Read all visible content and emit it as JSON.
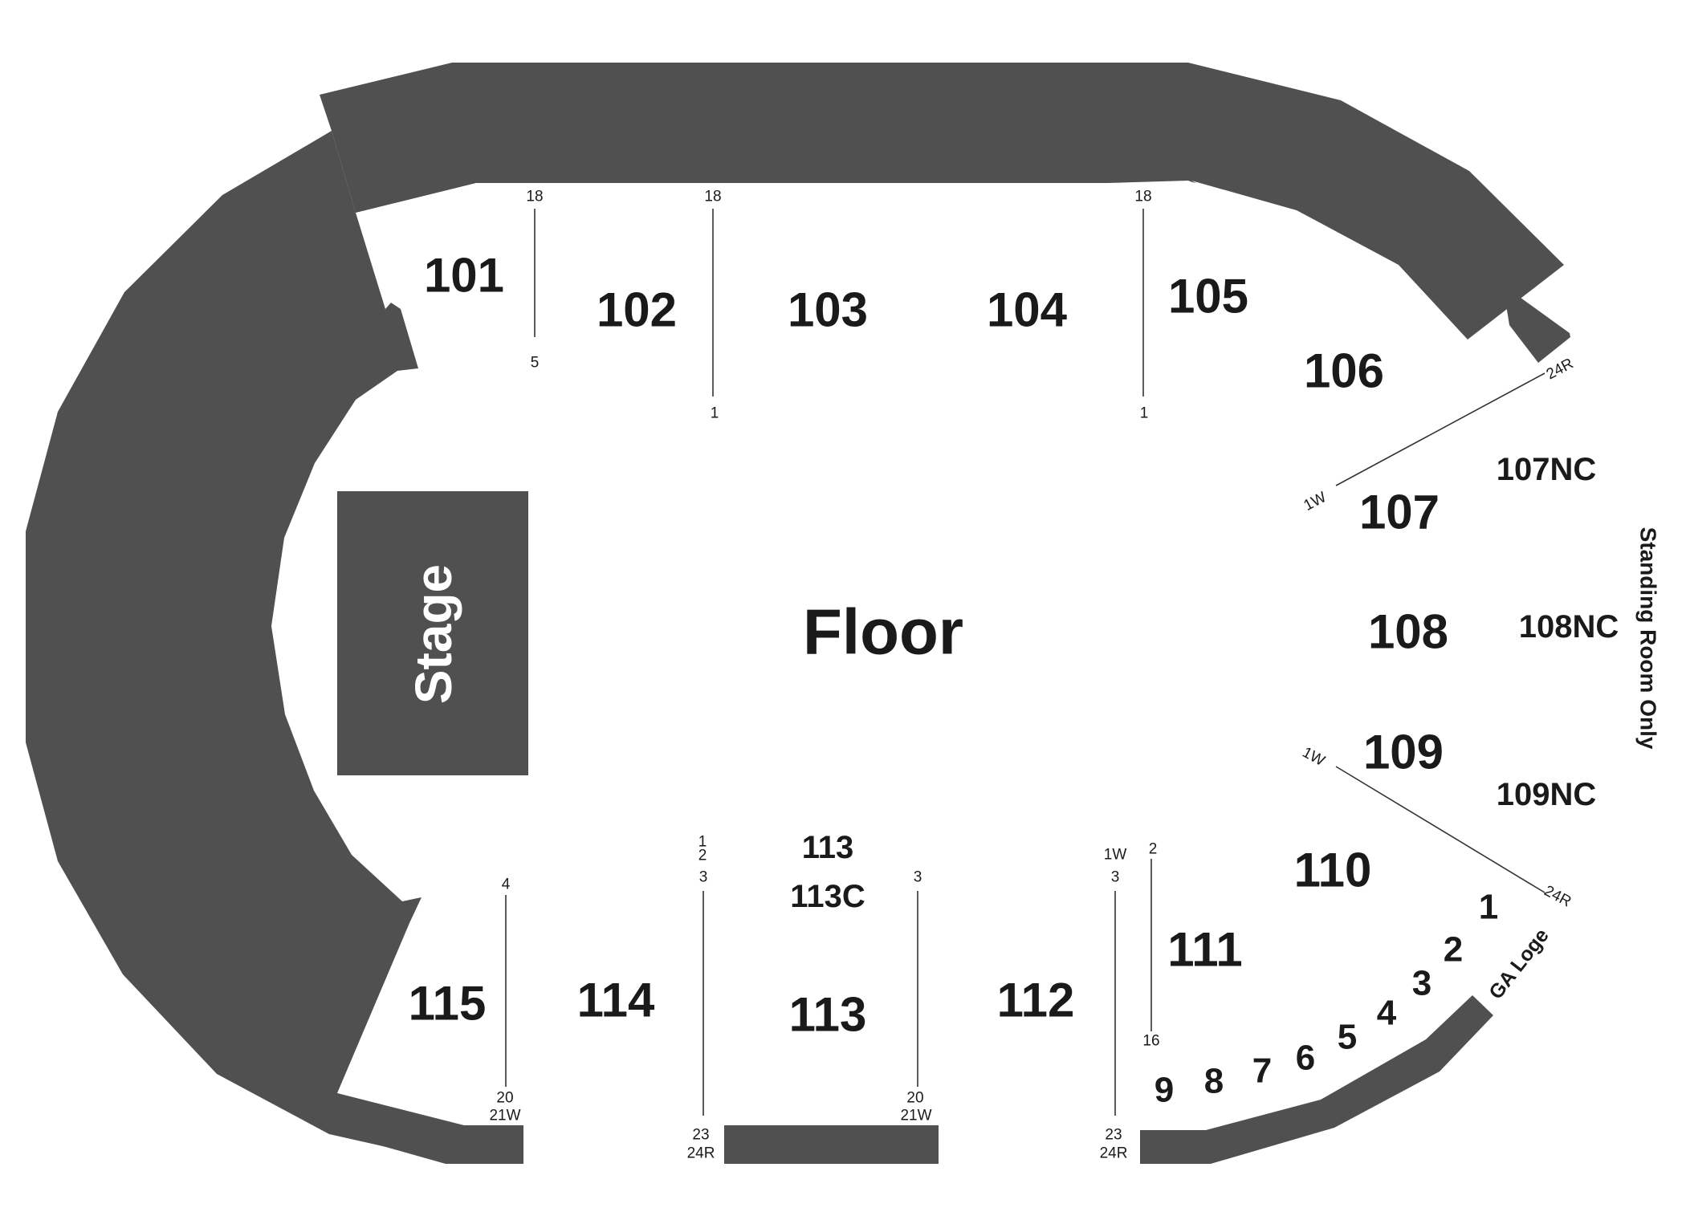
{
  "floor_label": "Floor",
  "stage_label": "Stage",
  "standing_room_label": "Standing Room Only",
  "ga_loge_label": "GA Loge",
  "sections": {
    "s101": "101",
    "s102": "102",
    "s103": "103",
    "s104": "104",
    "s105": "105",
    "s106": "106",
    "s107": "107",
    "s108": "108",
    "s109": "109",
    "s110": "110",
    "s111": "111",
    "s112": "112",
    "s113_lower": "113",
    "s113_upper": "113",
    "s113c": "113C",
    "s114": "114",
    "s115": "115",
    "s107nc": "107NC",
    "s108nc": "108NC",
    "s109nc": "109NC"
  },
  "loge_boxes": [
    "1",
    "2",
    "3",
    "4",
    "5",
    "6",
    "7",
    "8",
    "9"
  ],
  "row_labels": {
    "r101_top": "18",
    "r101_bottom": "5",
    "r102_top": "18",
    "r102_bottom": "1",
    "r105_top": "18",
    "r105_bottom": "1",
    "r106_24r": "24R",
    "r107_1w": "1W",
    "r109_1w": "1W",
    "r110_24r": "24R",
    "r115_4": "4",
    "r115_20": "20",
    "r115_21w": "21W",
    "r113_1": "1",
    "r113_2": "2",
    "r113_3": "3",
    "r114_23": "23",
    "r114_24r": "24R",
    "r113_right_3": "3",
    "r113_right_20": "20",
    "r113_right_21w": "21W",
    "r112_1w": "1W",
    "r112_3": "3",
    "r112_23": "23",
    "r112_24r": "24R",
    "r111_2": "2",
    "r111_16": "16"
  },
  "colors": {
    "structure": "#505050",
    "background": "#ffffff",
    "text": "#1a1a1a"
  }
}
